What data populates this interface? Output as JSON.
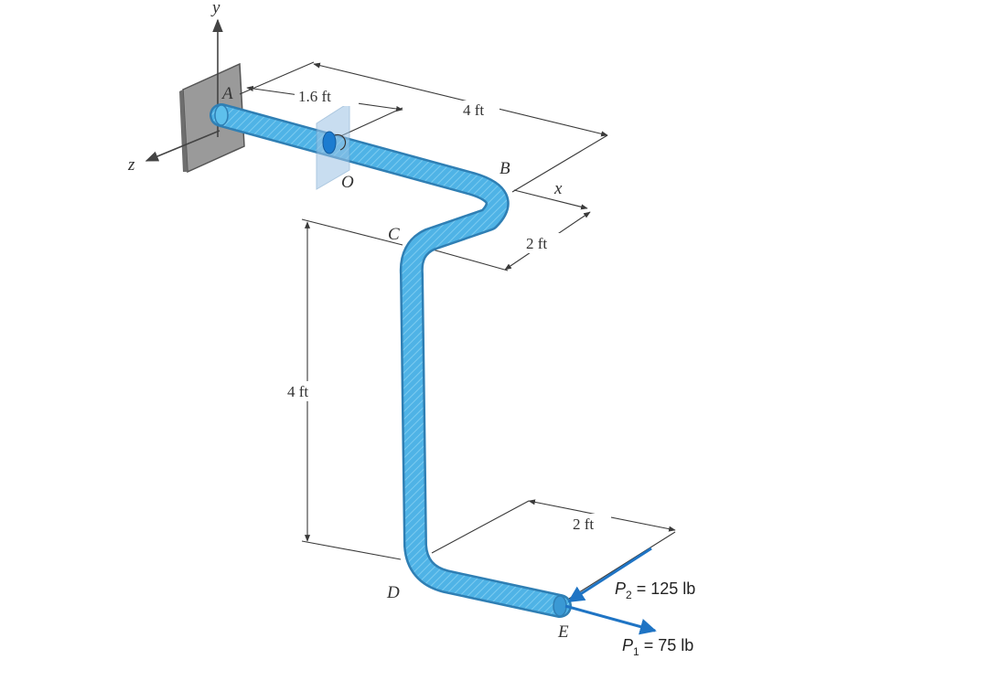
{
  "axes": {
    "x": "x",
    "y": "y",
    "z": "z"
  },
  "points": {
    "A": "A",
    "O": "O",
    "B": "B",
    "C": "C",
    "D": "D",
    "E": "E"
  },
  "dimensions": {
    "a_to_o": "1.6 ft",
    "a_to_b": "4 ft",
    "b_to_c": "2 ft",
    "c_to_d": "4 ft",
    "d_to_e": "2 ft"
  },
  "loads": {
    "p2": {
      "symbol": "P",
      "sub": "2",
      "rest": " = 125 lb"
    },
    "p1": {
      "symbol": "P",
      "sub": "1",
      "rest": " = 75 lb"
    }
  },
  "colors": {
    "pipe": "#4fb3e6",
    "pipe_edge": "#2f7fb4",
    "wall": "#8e8e8e",
    "force_arrow": "#1f74c4",
    "dim_line": "#3a3a3a"
  }
}
